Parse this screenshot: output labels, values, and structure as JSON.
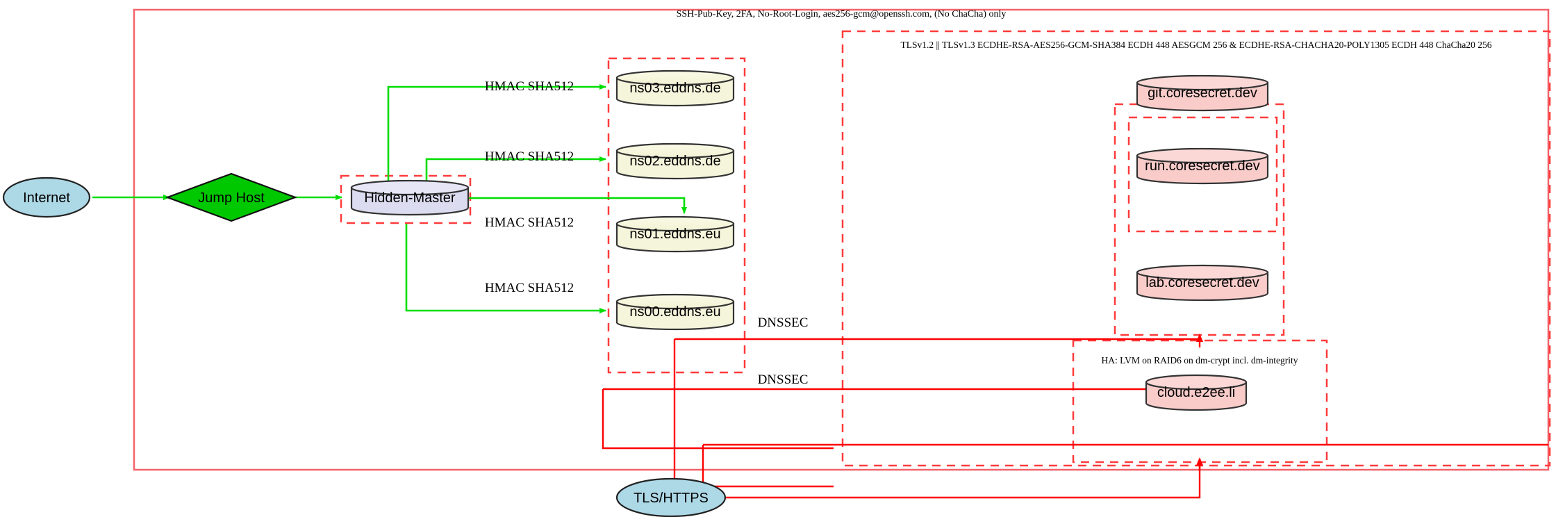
{
  "diagram": {
    "title_annotations": {
      "ssh_policy": "SSH-Pub-Key, 2FA, No-Root-Login, aes256-gcm@openssh.com, (No ChaCha) only",
      "tls_policy": "TLSv1.2 || TLSv1.3 ECDHE-RSA-AES256-GCM-SHA384 ECDH 448 AESGCM 256 & ECDHE-RSA-CHACHA20-POLY1305 ECDH 448 ChaCha20 256",
      "ha_policy": "HA: LVM on RAID6 on dm-crypt incl. dm-integrity"
    },
    "nodes": {
      "internet": "Internet",
      "jump_host": "Jump Host",
      "hidden_master": "Hidden-Master",
      "ns03": "ns03.eddns.de",
      "ns02": "ns02.eddns.de",
      "ns01": "ns01.eddns.eu",
      "ns00": "ns00.eddns.eu",
      "git": "git.coresecret.dev",
      "run": "run.coresecret.dev",
      "lab": "lab.coresecret.dev",
      "cloud": "cloud.e2ee.li",
      "tls_https": "TLS/HTTPS"
    },
    "edge_labels": {
      "hmac_ns03": "HMAC SHA512",
      "hmac_ns02": "HMAC SHA512",
      "hmac_ns01": "HMAC SHA512",
      "hmac_ns00": "HMAC SHA512",
      "dnssec_upper": "DNSSEC",
      "dnssec_lower": "DNSSEC"
    },
    "colors": {
      "boundary_red": "#ff0000",
      "boundary_red_soft": "#f4626a",
      "edge_green": "#00dd00",
      "edge_red": "#ff0000",
      "node_blue_fill": "#add8e6",
      "node_green_fill": "#00c800",
      "node_lavender_fill": "#dcdcf0",
      "node_yellow_fill": "#f5f5dc",
      "node_pink_fill": "#f9ccca",
      "node_stroke": "#333333"
    }
  }
}
